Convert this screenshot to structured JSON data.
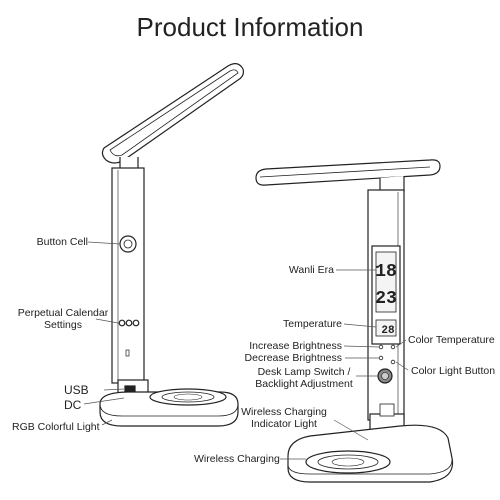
{
  "title": "Product Information",
  "lamp_display": {
    "time_top": "18",
    "time_bottom": "23",
    "temp": "28"
  },
  "labels": {
    "button_cell": "Button Cell",
    "perpetual_calendar_line1": "Perpetual Calendar",
    "perpetual_calendar_line2": "Settings",
    "usb": "USB",
    "dc": "DC",
    "rgb_light": "RGB Colorful Light",
    "wanli_era": "Wanli Era",
    "temperature": "Temperature",
    "increase_brightness": "Increase Brightness",
    "decrease_brightness": "Decrease Brightness",
    "lamp_switch_line1": "Desk Lamp Switch /",
    "lamp_switch_line2": "Backlight Adjustment",
    "color_temperature": "Color Temperature",
    "color_light_button": "Color Light Button",
    "wireless_indicator_line1": "Wireless Charging",
    "wireless_indicator_line2": "Indicator Light",
    "wireless_charging": "Wireless Charging"
  }
}
